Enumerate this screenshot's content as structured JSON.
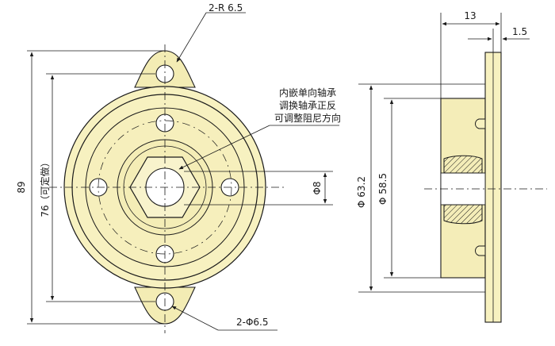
{
  "labels": {
    "radius": "2-R 6.5",
    "holes": "2-Φ6.5",
    "note_line1": "内嵌单向轴承",
    "note_line2": "调换轴承正反",
    "note_line3": "可调整阻尼方向",
    "dim_89": "89",
    "dim_76": "76（可定做）",
    "dim_phi8": "Φ8",
    "dim_phi632": "Φ 63.2",
    "dim_phi585": "Φ 58.5",
    "dim_13": "13",
    "dim_15": "1.5"
  },
  "colors": {
    "body_fill": "#f7f1c0",
    "line": "#1a1a1a"
  }
}
